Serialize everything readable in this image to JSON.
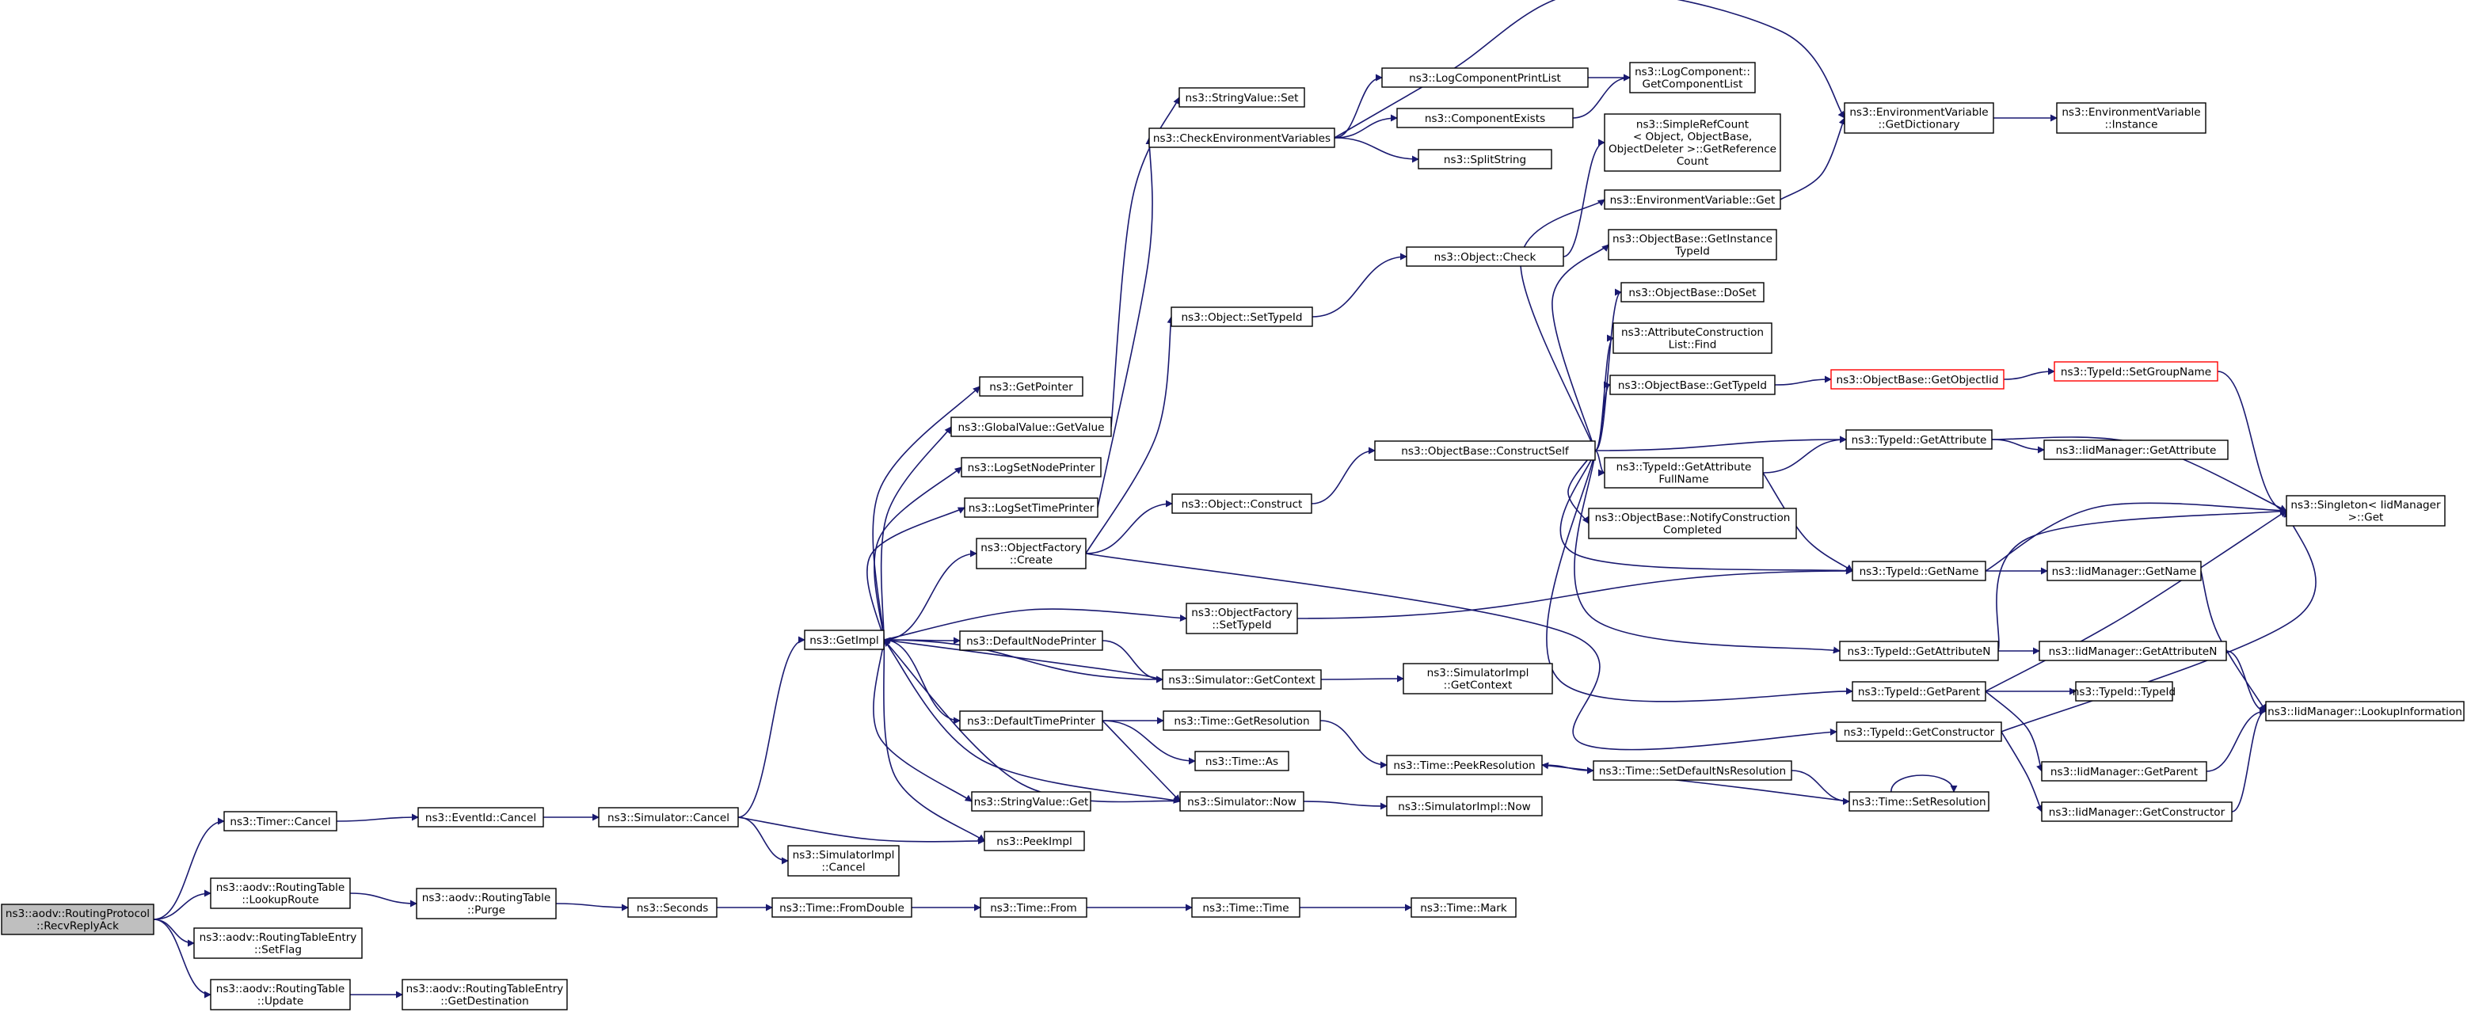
{
  "diagram": {
    "title": "",
    "edge_color": "#191970",
    "nodes": [
      {
        "id": "root",
        "lines": [
          "ns3::aodv::RoutingProtocol",
          "::RecvReplyAck"
        ],
        "style": "root"
      },
      {
        "id": "timerCancel",
        "lines": [
          "ns3::Timer::Cancel"
        ]
      },
      {
        "id": "lookupRoute",
        "lines": [
          "ns3::aodv::RoutingTable",
          "::LookupRoute"
        ]
      },
      {
        "id": "setFlag",
        "lines": [
          "ns3::aodv::RoutingTableEntry",
          "::SetFlag"
        ]
      },
      {
        "id": "update",
        "lines": [
          "ns3::aodv::RoutingTable",
          "::Update"
        ]
      },
      {
        "id": "eventIdCancel",
        "lines": [
          "ns3::EventId::Cancel"
        ]
      },
      {
        "id": "purge",
        "lines": [
          "ns3::aodv::RoutingTable",
          "::Purge"
        ]
      },
      {
        "id": "getDestination",
        "lines": [
          "ns3::aodv::RoutingTableEntry",
          "::GetDestination"
        ]
      },
      {
        "id": "simCancel",
        "lines": [
          "ns3::Simulator::Cancel"
        ]
      },
      {
        "id": "seconds",
        "lines": [
          "ns3::Seconds"
        ]
      },
      {
        "id": "getImpl",
        "lines": [
          "ns3::GetImpl"
        ]
      },
      {
        "id": "simImplCancel",
        "lines": [
          "ns3::SimulatorImpl",
          "::Cancel"
        ]
      },
      {
        "id": "peekImpl",
        "lines": [
          "ns3::PeekImpl"
        ]
      },
      {
        "id": "fromDouble",
        "lines": [
          "ns3::Time::FromDouble"
        ]
      },
      {
        "id": "timeFrom",
        "lines": [
          "ns3::Time::From"
        ]
      },
      {
        "id": "timeTime",
        "lines": [
          "ns3::Time::Time"
        ]
      },
      {
        "id": "timeMark",
        "lines": [
          "ns3::Time::Mark"
        ]
      },
      {
        "id": "getPointer",
        "lines": [
          "ns3::GetPointer"
        ]
      },
      {
        "id": "gvGetValue",
        "lines": [
          "ns3::GlobalValue::GetValue"
        ]
      },
      {
        "id": "logSetNodePrinter",
        "lines": [
          "ns3::LogSetNodePrinter"
        ]
      },
      {
        "id": "logSetTimePrinter",
        "lines": [
          "ns3::LogSetTimePrinter"
        ]
      },
      {
        "id": "ofCreate",
        "lines": [
          "ns3::ObjectFactory",
          "::Create"
        ]
      },
      {
        "id": "defaultNodePrinter",
        "lines": [
          "ns3::DefaultNodePrinter"
        ]
      },
      {
        "id": "defaultTimePrinter",
        "lines": [
          "ns3::DefaultTimePrinter"
        ]
      },
      {
        "id": "stringValueGet",
        "lines": [
          "ns3::StringValue::Get"
        ]
      },
      {
        "id": "stringValueSet",
        "lines": [
          "ns3::StringValue::Set"
        ]
      },
      {
        "id": "checkEnv",
        "lines": [
          "ns3::CheckEnvironmentVariables"
        ]
      },
      {
        "id": "objSetTypeId",
        "lines": [
          "ns3::Object::SetTypeId"
        ]
      },
      {
        "id": "objConstruct",
        "lines": [
          "ns3::Object::Construct"
        ]
      },
      {
        "id": "ofSetTypeId",
        "lines": [
          "ns3::ObjectFactory",
          "::SetTypeId"
        ]
      },
      {
        "id": "simGetContext",
        "lines": [
          "ns3::Simulator::GetContext"
        ]
      },
      {
        "id": "timeGetResolution",
        "lines": [
          "ns3::Time::GetResolution"
        ]
      },
      {
        "id": "timeAs",
        "lines": [
          "ns3::Time::As"
        ]
      },
      {
        "id": "simNow",
        "lines": [
          "ns3::Simulator::Now"
        ]
      },
      {
        "id": "logComponentPrintList",
        "lines": [
          "ns3::LogComponentPrintList"
        ]
      },
      {
        "id": "componentExists",
        "lines": [
          "ns3::ComponentExists"
        ]
      },
      {
        "id": "splitString",
        "lines": [
          "ns3::SplitString"
        ]
      },
      {
        "id": "objCheck",
        "lines": [
          "ns3::Object::Check"
        ]
      },
      {
        "id": "obConstructSelf",
        "lines": [
          "ns3::ObjectBase::ConstructSelf"
        ]
      },
      {
        "id": "simImplGetContext",
        "lines": [
          "ns3::SimulatorImpl",
          "::GetContext"
        ]
      },
      {
        "id": "timePeekResolution",
        "lines": [
          "ns3::Time::PeekResolution"
        ]
      },
      {
        "id": "simImplNow",
        "lines": [
          "ns3::SimulatorImpl::Now"
        ]
      },
      {
        "id": "lcGetComponentList",
        "lines": [
          "ns3::LogComponent::",
          "GetComponentList"
        ]
      },
      {
        "id": "simpleRefCount",
        "lines": [
          "ns3::SimpleRefCount",
          "< Object, ObjectBase,",
          "ObjectDeleter >::GetReference",
          "Count"
        ]
      },
      {
        "id": "envVarGet",
        "lines": [
          "ns3::EnvironmentVariable::Get"
        ]
      },
      {
        "id": "obGetInstanceTypeId",
        "lines": [
          "ns3::ObjectBase::GetInstance",
          "TypeId"
        ]
      },
      {
        "id": "obDoSet",
        "lines": [
          "ns3::ObjectBase::DoSet"
        ]
      },
      {
        "id": "acListFind",
        "lines": [
          "ns3::AttributeConstruction",
          "List::Find"
        ]
      },
      {
        "id": "obGetTypeId",
        "lines": [
          "ns3::ObjectBase::GetTypeId"
        ]
      },
      {
        "id": "tidGetAttributeFullName",
        "lines": [
          "ns3::TypeId::GetAttribute",
          "FullName"
        ]
      },
      {
        "id": "obNotifyConstructionCompleted",
        "lines": [
          "ns3::ObjectBase::NotifyConstruction",
          "Completed"
        ]
      },
      {
        "id": "timeSetDefaultNsResolution",
        "lines": [
          "ns3::Time::SetDefaultNsResolution"
        ]
      },
      {
        "id": "envVarGetDictionary",
        "lines": [
          "ns3::EnvironmentVariable",
          "::GetDictionary"
        ]
      },
      {
        "id": "obGetObjectIid",
        "lines": [
          "ns3::ObjectBase::GetObjectIid"
        ],
        "style": "red"
      },
      {
        "id": "tidGetAttribute",
        "lines": [
          "ns3::TypeId::GetAttribute"
        ]
      },
      {
        "id": "tidGetName",
        "lines": [
          "ns3::TypeId::GetName"
        ]
      },
      {
        "id": "tidGetAttributeN",
        "lines": [
          "ns3::TypeId::GetAttributeN"
        ]
      },
      {
        "id": "tidGetParent",
        "lines": [
          "ns3::TypeId::GetParent"
        ]
      },
      {
        "id": "tidGetConstructor",
        "lines": [
          "ns3::TypeId::GetConstructor"
        ]
      },
      {
        "id": "timeSetResolution",
        "lines": [
          "ns3::Time::SetResolution"
        ]
      },
      {
        "id": "envVarInstance",
        "lines": [
          "ns3::EnvironmentVariable",
          "::Instance"
        ]
      },
      {
        "id": "tidSetGroupName",
        "lines": [
          "ns3::TypeId::SetGroupName"
        ],
        "style": "red"
      },
      {
        "id": "iidGetAttribute",
        "lines": [
          "ns3::IidManager::GetAttribute"
        ]
      },
      {
        "id": "iidGetName",
        "lines": [
          "ns3::IidManager::GetName"
        ]
      },
      {
        "id": "iidGetAttributeN",
        "lines": [
          "ns3::IidManager::GetAttributeN"
        ]
      },
      {
        "id": "tidTypeId",
        "lines": [
          "ns3::TypeId::TypeId"
        ]
      },
      {
        "id": "iidGetParent",
        "lines": [
          "ns3::IidManager::GetParent"
        ]
      },
      {
        "id": "iidGetConstructor",
        "lines": [
          "ns3::IidManager::GetConstructor"
        ]
      },
      {
        "id": "singletonGet",
        "lines": [
          "ns3::Singleton< IidManager",
          ">::Get"
        ]
      },
      {
        "id": "iidLookupInformation",
        "lines": [
          "ns3::IidManager::LookupInformation"
        ]
      }
    ],
    "edges": [
      [
        "root",
        "timerCancel"
      ],
      [
        "root",
        "lookupRoute"
      ],
      [
        "root",
        "setFlag"
      ],
      [
        "root",
        "update"
      ],
      [
        "timerCancel",
        "eventIdCancel"
      ],
      [
        "lookupRoute",
        "purge"
      ],
      [
        "update",
        "getDestination"
      ],
      [
        "eventIdCancel",
        "simCancel"
      ],
      [
        "purge",
        "seconds"
      ],
      [
        "simCancel",
        "getImpl"
      ],
      [
        "simCancel",
        "simImplCancel"
      ],
      [
        "simCancel",
        "peekImpl"
      ],
      [
        "seconds",
        "fromDouble"
      ],
      [
        "fromDouble",
        "timeFrom"
      ],
      [
        "timeFrom",
        "timeTime"
      ],
      [
        "timeTime",
        "timeMark"
      ],
      [
        "getImpl",
        "getPointer"
      ],
      [
        "getImpl",
        "gvGetValue"
      ],
      [
        "getImpl",
        "logSetNodePrinter"
      ],
      [
        "getImpl",
        "logSetTimePrinter"
      ],
      [
        "getImpl",
        "ofCreate"
      ],
      [
        "getImpl",
        "ofSetTypeId"
      ],
      [
        "getImpl",
        "defaultNodePrinter"
      ],
      [
        "getImpl",
        "simGetContext"
      ],
      [
        "getImpl",
        "defaultTimePrinter"
      ],
      [
        "getImpl",
        "simNow"
      ],
      [
        "getImpl",
        "stringValueGet"
      ],
      [
        "getImpl",
        "peekImpl"
      ],
      [
        "gvGetValue",
        "stringValueSet"
      ],
      [
        "logSetTimePrinter",
        "checkEnv"
      ],
      [
        "ofCreate",
        "objSetTypeId"
      ],
      [
        "ofCreate",
        "objConstruct"
      ],
      [
        "ofCreate",
        "tidGetConstructor"
      ],
      [
        "defaultNodePrinter",
        "simGetContext"
      ],
      [
        "simGetContext",
        "getImpl"
      ],
      [
        "simGetContext",
        "simImplGetContext"
      ],
      [
        "defaultTimePrinter",
        "timeGetResolution"
      ],
      [
        "defaultTimePrinter",
        "timeAs"
      ],
      [
        "defaultTimePrinter",
        "simNow"
      ],
      [
        "simNow",
        "getImpl"
      ],
      [
        "simNow",
        "simImplNow"
      ],
      [
        "checkEnv",
        "logComponentPrintList"
      ],
      [
        "checkEnv",
        "componentExists"
      ],
      [
        "checkEnv",
        "splitString"
      ],
      [
        "checkEnv",
        "envVarGetDictionary"
      ],
      [
        "logComponentPrintList",
        "lcGetComponentList"
      ],
      [
        "componentExists",
        "lcGetComponentList"
      ],
      [
        "objSetTypeId",
        "objCheck"
      ],
      [
        "objCheck",
        "simpleRefCount"
      ],
      [
        "objConstruct",
        "obConstructSelf"
      ],
      [
        "ofSetTypeId",
        "tidGetName"
      ],
      [
        "obConstructSelf",
        "envVarGet"
      ],
      [
        "obConstructSelf",
        "obGetInstanceTypeId"
      ],
      [
        "obConstructSelf",
        "obDoSet"
      ],
      [
        "obConstructSelf",
        "acListFind"
      ],
      [
        "obConstructSelf",
        "obGetTypeId"
      ],
      [
        "obConstructSelf",
        "tidGetAttribute"
      ],
      [
        "obConstructSelf",
        "tidGetAttributeFullName"
      ],
      [
        "obConstructSelf",
        "obNotifyConstructionCompleted"
      ],
      [
        "obConstructSelf",
        "tidGetName"
      ],
      [
        "obConstructSelf",
        "tidGetAttributeN"
      ],
      [
        "obConstructSelf",
        "tidGetParent"
      ],
      [
        "envVarGet",
        "envVarGetDictionary"
      ],
      [
        "envVarGetDictionary",
        "envVarInstance"
      ],
      [
        "obGetTypeId",
        "obGetObjectIid"
      ],
      [
        "obGetObjectIid",
        "tidSetGroupName"
      ],
      [
        "tidSetGroupName",
        "singletonGet"
      ],
      [
        "tidGetAttributeFullName",
        "tidGetAttribute"
      ],
      [
        "tidGetAttributeFullName",
        "tidGetName"
      ],
      [
        "tidGetAttribute",
        "iidGetAttribute"
      ],
      [
        "tidGetAttribute",
        "singletonGet"
      ],
      [
        "tidGetName",
        "iidGetName"
      ],
      [
        "tidGetName",
        "singletonGet"
      ],
      [
        "tidGetAttributeN",
        "iidGetAttributeN"
      ],
      [
        "tidGetAttributeN",
        "singletonGet"
      ],
      [
        "tidGetParent",
        "tidTypeId"
      ],
      [
        "tidGetParent",
        "iidGetParent"
      ],
      [
        "tidGetParent",
        "singletonGet"
      ],
      [
        "tidGetConstructor",
        "iidGetConstructor"
      ],
      [
        "tidGetConstructor",
        "singletonGet"
      ],
      [
        "iidGetName",
        "iidLookupInformation"
      ],
      [
        "iidGetAttributeN",
        "iidLookupInformation"
      ],
      [
        "iidGetParent",
        "iidLookupInformation"
      ],
      [
        "iidGetConstructor",
        "iidLookupInformation"
      ],
      [
        "timeGetResolution",
        "timePeekResolution"
      ],
      [
        "timePeekResolution",
        "timeSetDefaultNsResolution"
      ],
      [
        "timeSetDefaultNsResolution",
        "timeSetResolution"
      ],
      [
        "timeSetResolution",
        "timePeekResolution"
      ],
      [
        "timeSetResolution",
        "timeSetResolution"
      ]
    ]
  }
}
